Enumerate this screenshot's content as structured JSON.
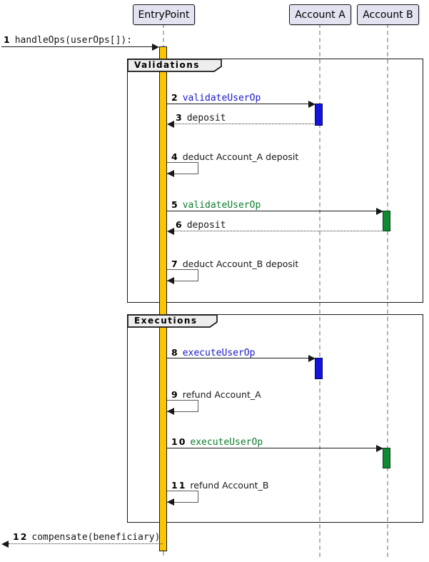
{
  "diagram_type": "uml-sequence-diagram",
  "participants": [
    {
      "name": "EntryPoint"
    },
    {
      "name": "Account A"
    },
    {
      "name": "Account B"
    }
  ],
  "groups": [
    {
      "label": "Validations"
    },
    {
      "label": "Executions"
    }
  ],
  "messages": [
    {
      "num": "1",
      "label": "handleOps(userOps[]):",
      "from": "external-caller",
      "to": "EntryPoint",
      "style": "solid",
      "color": "#181818"
    },
    {
      "num": "2",
      "label": "validateUserOp",
      "from": "EntryPoint",
      "to": "Account A",
      "style": "solid",
      "color": "#1717CE"
    },
    {
      "num": "3",
      "label": "deposit",
      "from": "Account A",
      "to": "EntryPoint",
      "style": "dotted",
      "color": "#181818"
    },
    {
      "num": "4",
      "label": "deduct Account_A deposit",
      "from": "EntryPoint",
      "to": "EntryPoint",
      "style": "self",
      "color": "#181818"
    },
    {
      "num": "5",
      "label": "validateUserOp",
      "from": "EntryPoint",
      "to": "Account B",
      "style": "solid",
      "color": "#0B7E2B"
    },
    {
      "num": "6",
      "label": "deposit",
      "from": "Account B",
      "to": "EntryPoint",
      "style": "dotted",
      "color": "#181818"
    },
    {
      "num": "7",
      "label": "deduct Account_B deposit",
      "from": "EntryPoint",
      "to": "EntryPoint",
      "style": "self",
      "color": "#181818"
    },
    {
      "num": "8",
      "label": "executeUserOp",
      "from": "EntryPoint",
      "to": "Account A",
      "style": "solid",
      "color": "#1717CE"
    },
    {
      "num": "9",
      "label": "refund Account_A",
      "from": "EntryPoint",
      "to": "EntryPoint",
      "style": "self",
      "color": "#181818"
    },
    {
      "num": "10",
      "label": "executeUserOp",
      "from": "EntryPoint",
      "to": "Account B",
      "style": "solid",
      "color": "#0B7E2B"
    },
    {
      "num": "11",
      "label": "refund Account_B",
      "from": "EntryPoint",
      "to": "EntryPoint",
      "style": "self",
      "color": "#181818"
    },
    {
      "num": "12",
      "label": "compensate(beneficiary)",
      "from": "EntryPoint",
      "to": "external-caller",
      "style": "dotted",
      "color": "#181818"
    }
  ],
  "colors": {
    "participant_fill": "#E2E2F0",
    "frame_label_fill": "#EEEEEE",
    "main_activation": "#FBC500",
    "account_a_activation": "#1414E0",
    "account_b_activation": "#0E8A30",
    "lifeline": "#B5B5B5",
    "line": "#181818"
  }
}
